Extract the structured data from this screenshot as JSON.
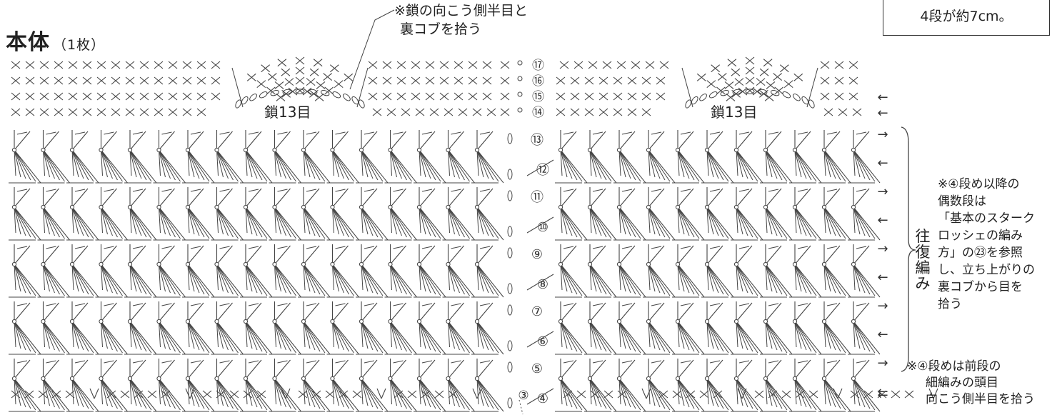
{
  "title": {
    "main": "本体",
    "sub": "（1枚）"
  },
  "gauge_note": "4段が約7cm。",
  "top_note": [
    "※鎖の向こう側半目と",
    "裏コブを拾う"
  ],
  "chain_label": "鎖13目",
  "side_label": "往復編み",
  "right_note": [
    "※④段め以降の",
    "偶数段は",
    "「基本のスターク",
    "ロッシェの編み",
    "方」の㉓を参照",
    "し、立ち上がりの",
    "裏コブから目を",
    "拾う"
  ],
  "bottom_note": [
    "※④段めは前段の",
    "細編みの頭目",
    "向こう側半目を拾う"
  ],
  "rows": {
    "sc_rows": [
      "⑰",
      "⑯",
      "⑮",
      "⑭"
    ],
    "fan_rows": [
      "⑬",
      "⑫",
      "⑪",
      "⑩",
      "⑨",
      "⑧",
      "⑦",
      "⑥",
      "⑤",
      "④"
    ],
    "base_row": "③"
  },
  "symbols": {
    "single_crochet": "×",
    "increase": "∨",
    "arrow_right": "→",
    "arrow_left": "←"
  }
}
